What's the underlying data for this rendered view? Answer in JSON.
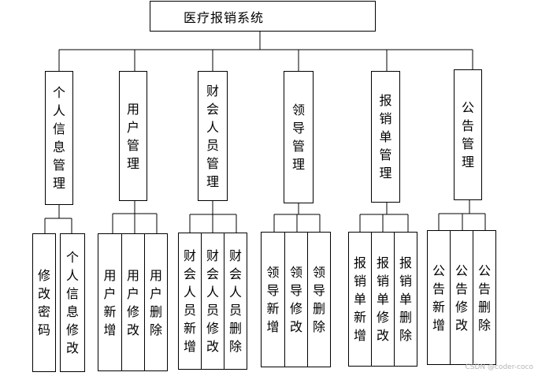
{
  "root": {
    "label": "医疗报销系统"
  },
  "modules": [
    {
      "label": "个人信息管理",
      "children": [
        "修改密码",
        "个人信息修改"
      ]
    },
    {
      "label": "用户管理",
      "children": [
        "用户新增",
        "用户修改",
        "用户删除"
      ]
    },
    {
      "label": "财会人员管理",
      "children": [
        "财会人员新增",
        "财会人员修改",
        "财会人员删除"
      ]
    },
    {
      "label": "领导管理",
      "children": [
        "领导新增",
        "领导修改",
        "领导删除"
      ]
    },
    {
      "label": "报销单管理",
      "children": [
        "报销单新增",
        "报销单修改",
        "报销单删除"
      ]
    },
    {
      "label": "公告管理",
      "children": [
        "公告新增",
        "公告修改",
        "公告删除"
      ]
    }
  ],
  "watermark": "CSDN @coder-coco",
  "colors": {
    "line": "#000000",
    "background": "#ffffff",
    "watermark": "#b5b5b5"
  }
}
